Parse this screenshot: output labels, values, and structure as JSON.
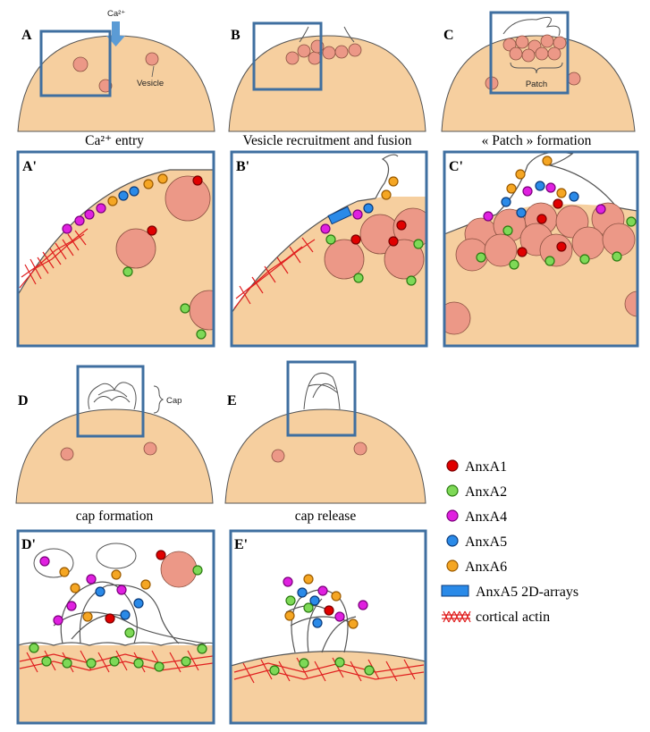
{
  "panels": {
    "A": "A",
    "B": "B",
    "C": "C",
    "D": "D",
    "E": "E",
    "A_prime": "A'",
    "B_prime": "B'",
    "C_prime": "C'",
    "D_prime": "D'",
    "E_prime": "E'"
  },
  "captions": {
    "A": "Ca²⁺ entry",
    "B": "Vesicle recruitment and fusion",
    "C": "« Patch » formation",
    "D": "cap formation",
    "E": "cap release"
  },
  "annotations": {
    "ca": "Ca²⁺",
    "vesicle": "Vesicle",
    "patch": "Patch",
    "cap": "Cap"
  },
  "legend": [
    {
      "label": "AnxA1",
      "color": "#e00000",
      "icon": "circle"
    },
    {
      "label": "AnxA2",
      "color": "#7ed957",
      "icon": "circle"
    },
    {
      "label": "AnxA4",
      "color": "#e020e0",
      "icon": "circle"
    },
    {
      "label": "AnxA5",
      "color": "#2a8ae8",
      "icon": "circle"
    },
    {
      "label": "AnxA6",
      "color": "#f5a623",
      "icon": "circle"
    },
    {
      "label": "AnxA5 2D-arrays",
      "color": "#2a8ae8",
      "icon": "rect"
    },
    {
      "label": "cortical actin",
      "color": "#e02020",
      "icon": "actin"
    }
  ],
  "colors": {
    "cytoplasm": "#f6cf9f",
    "vesicle": "#ec9887",
    "frame": "#3f6fa0",
    "arrow": "#5b9bd5"
  }
}
